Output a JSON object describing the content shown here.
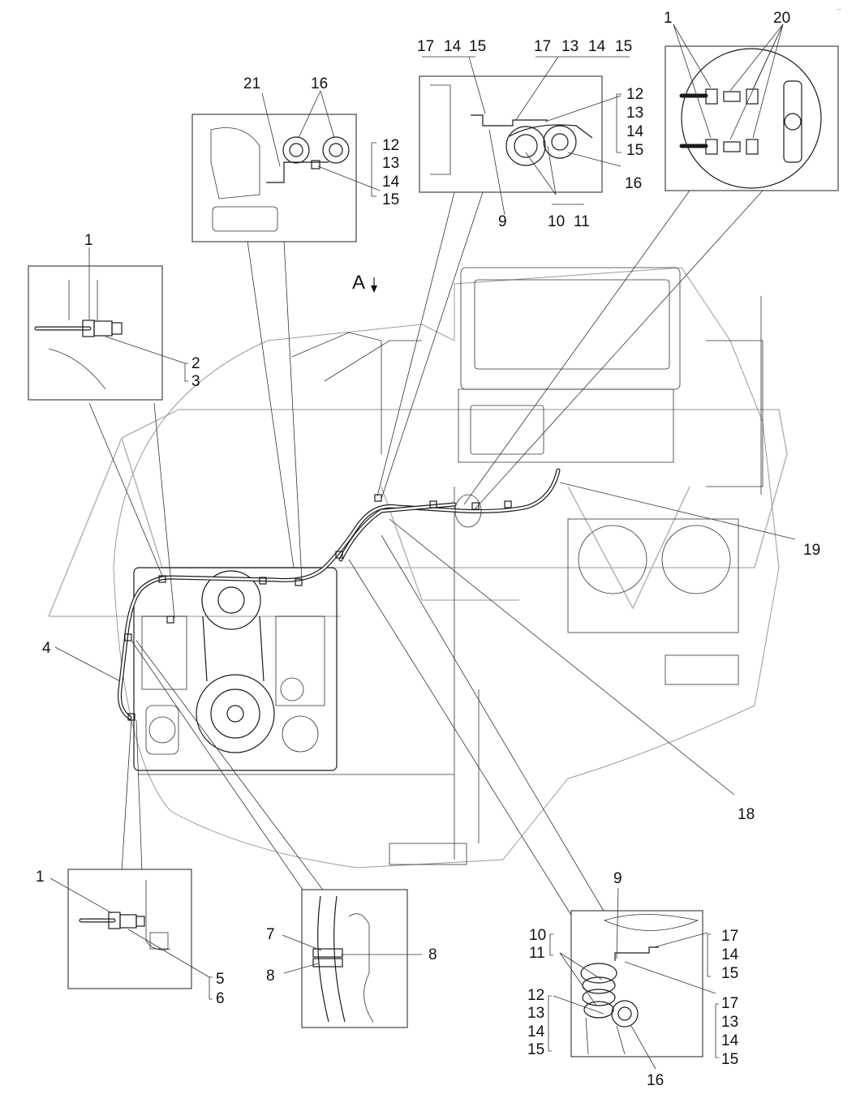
{
  "title": "A",
  "callouts": {
    "c1_top": "1",
    "c20": "20",
    "c17a": "17",
    "c14a": "14",
    "c15a": "15",
    "c17b": "17",
    "c13b": "13",
    "c14b": "14",
    "c15b": "15",
    "c12a": "12",
    "c13a": "13",
    "c14c": "14",
    "c15c": "15",
    "c16a": "16",
    "c9a": "9",
    "c10a": "10",
    "c11a": "11",
    "c21": "21",
    "c16b": "16",
    "c12b": "12",
    "c13c": "13",
    "c14d": "14",
    "c15d": "15",
    "c1_left": "1",
    "c2": "2",
    "c3": "3",
    "c19": "19",
    "c4": "4",
    "c18": "18",
    "c1_bot": "1",
    "c5": "5",
    "c6": "6",
    "c7": "7",
    "c8a": "8",
    "c8b": "8",
    "c9b": "9",
    "c10b": "10",
    "c11b": "11",
    "c12c": "12",
    "c13d": "13",
    "c14e": "14",
    "c15e": "15",
    "c17c": "17",
    "c14f": "14",
    "c15f": "15",
    "c17d": "17",
    "c13e": "13",
    "c14g": "14",
    "c15g": "15",
    "c16c": "16"
  },
  "corner_mark": "..."
}
